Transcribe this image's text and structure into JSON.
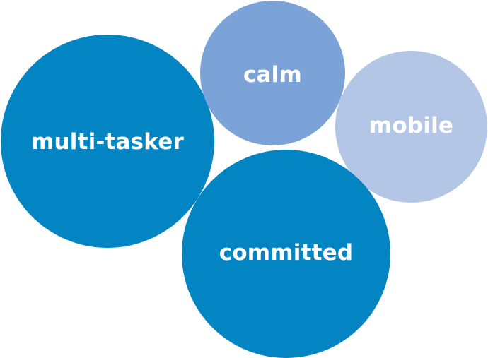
{
  "bubbles": [
    {
      "id": "bubble-multitasker",
      "label": "multi-tasker",
      "color": "#0384c3"
    },
    {
      "id": "bubble-calm",
      "label": "calm",
      "color": "#7ba3d7"
    },
    {
      "id": "bubble-mobile",
      "label": "mobile",
      "color": "#b3c6e6"
    },
    {
      "id": "bubble-committed",
      "label": "committed",
      "color": "#0384c3"
    }
  ]
}
